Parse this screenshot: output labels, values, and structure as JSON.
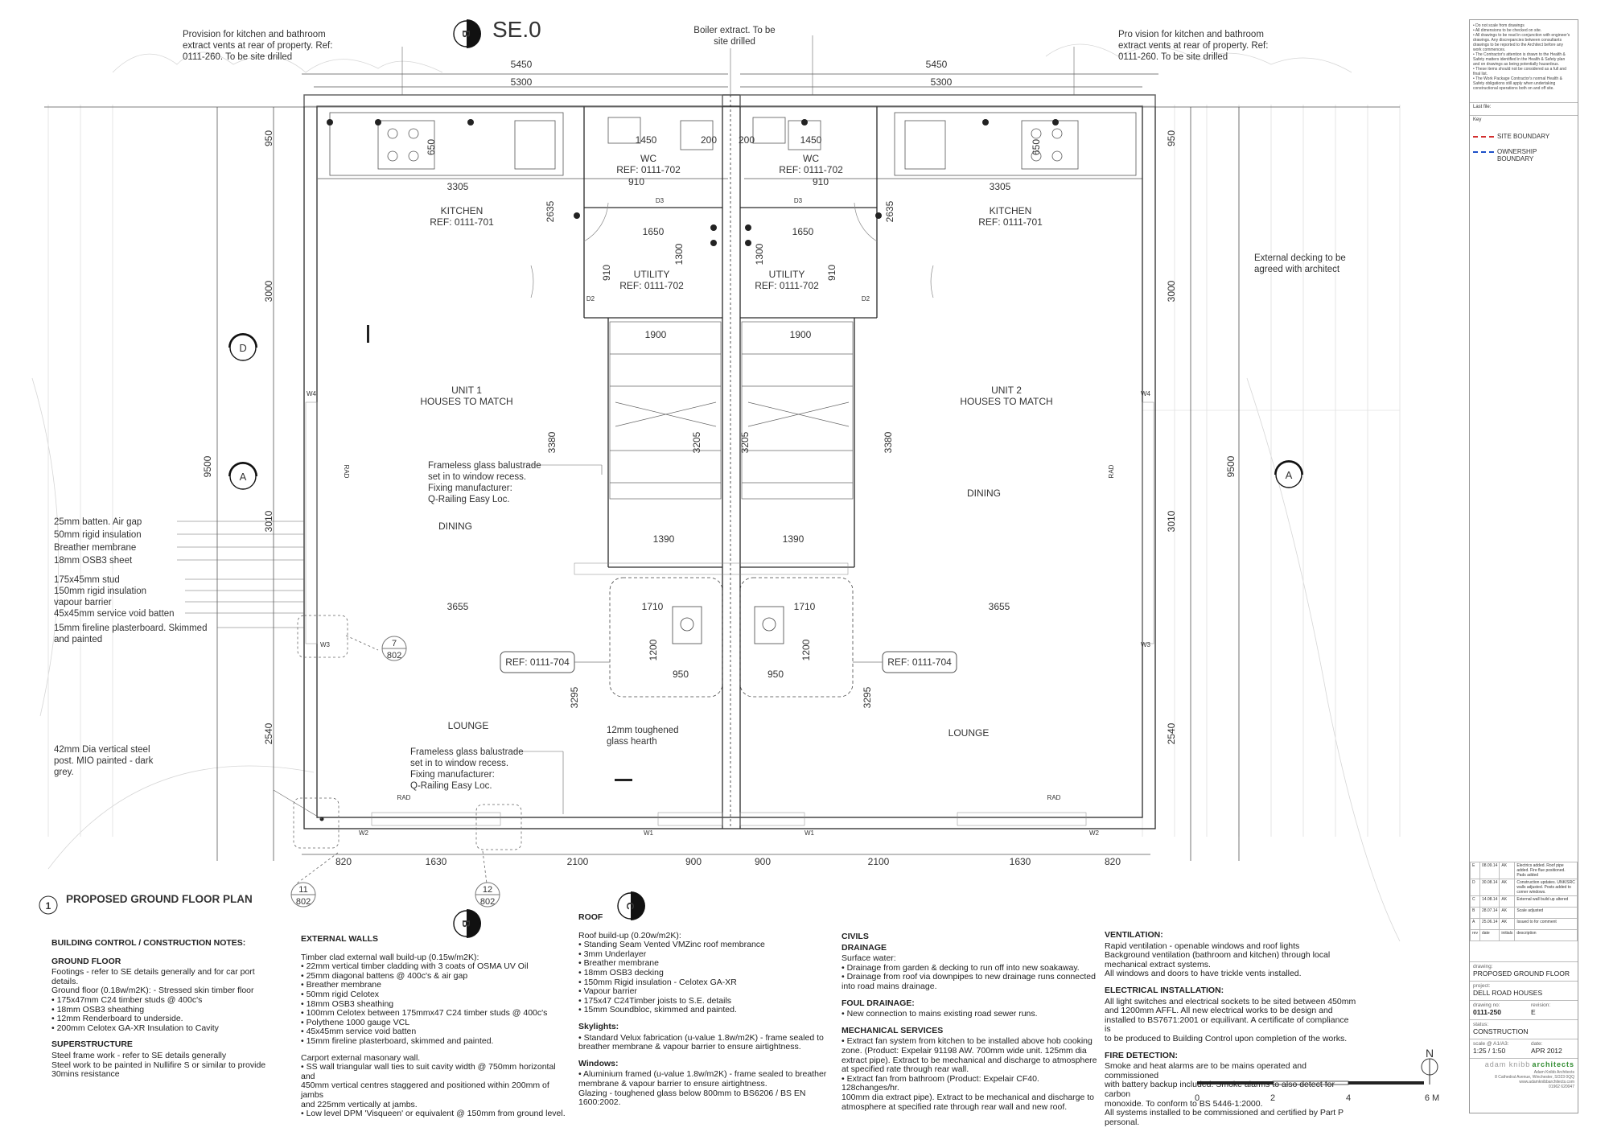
{
  "drawing_title": "PROPOSED GROUND FLOOR PLAN",
  "drawing_number_marker": "1",
  "section_markers": [
    {
      "letter": "B"
    },
    {
      "letter": "B"
    },
    {
      "letter": "C"
    },
    {
      "letter": "D"
    },
    {
      "letter": "A"
    },
    {
      "letter": "A"
    }
  ],
  "detail_tags": [
    {
      "num": "7",
      "ref": "802"
    },
    {
      "num": "11",
      "ref": "802"
    },
    {
      "num": "12",
      "ref": "802"
    }
  ],
  "ref_boxes": [
    "REF: 0111-704",
    "REF: 0111-704"
  ],
  "rooms": [
    {
      "name": "KITCHEN",
      "ref": "REF: 0111-701"
    },
    {
      "name": "KITCHEN",
      "ref": "REF: 0111-701"
    },
    {
      "name": "WC",
      "ref": "REF: 0111-702"
    },
    {
      "name": "WC",
      "ref": "REF: 0111-702"
    },
    {
      "name": "UTILITY",
      "ref": "REF: 0111-702"
    },
    {
      "name": "UTILITY",
      "ref": "REF: 0111-702"
    },
    {
      "name": "UNIT 1",
      "ref": "HOUSES TO MATCH"
    },
    {
      "name": "UNIT 2",
      "ref": "HOUSES TO MATCH"
    },
    {
      "name": "DINING",
      "ref": ""
    },
    {
      "name": "DINING",
      "ref": ""
    },
    {
      "name": "LOUNGE",
      "ref": ""
    },
    {
      "name": "LOUNGE",
      "ref": ""
    }
  ],
  "dimensions": [
    "5450",
    "5300",
    "5450",
    "5300",
    "950",
    "650",
    "1450",
    "200",
    "200",
    "1450",
    "650",
    "950",
    "910",
    "910",
    "3305",
    "3305",
    "2635",
    "2635",
    "1650",
    "1650",
    "1300",
    "1300",
    "910",
    "910",
    "3000",
    "3000",
    "1900",
    "1900",
    "3380",
    "3205",
    "3205",
    "3380",
    "9500",
    "9500",
    "3010",
    "3010",
    "1390",
    "1390",
    "3655",
    "1710",
    "1710",
    "3655",
    "1200",
    "1200",
    "950",
    "950",
    "3295",
    "3295",
    "2540",
    "2540",
    "820",
    "1630",
    "2100",
    "900",
    "900",
    "2100",
    "1630",
    "820"
  ],
  "small_labels": [
    "D3",
    "D3",
    "D2",
    "D2",
    "W4",
    "W4",
    "W3",
    "W3",
    "W2",
    "W1",
    "W1",
    "W2",
    "RAD",
    "RAD",
    "RAD",
    "RAD"
  ],
  "annotations": {
    "provision_left": [
      "Provision for kitchen and bathroom",
      "extract vents at rear of property. Ref:",
      "0111-260.  To be site drilled"
    ],
    "provision_right": [
      "Pro vision for kitchen and bathroom",
      "extract vents at rear of property. Ref:",
      "0111-260.  To be site drilled"
    ],
    "boiler": [
      "Boiler extract.  To be",
      "site drilled"
    ],
    "decking": [
      "External decking to be",
      "agreed with architect"
    ],
    "balustrade_1": [
      "Frameless glass balustrade",
      "set in to window recess.",
      "Fixing manufacturer:",
      "Q-Railing Easy Loc."
    ],
    "balustrade_2": [
      "Frameless glass balustrade",
      "set in to window recess.",
      "Fixing manufacturer:",
      "Q-Railing Easy Loc."
    ],
    "hearth": [
      "12mm toughened",
      "glass hearth"
    ],
    "wall_layers": [
      "25mm batten. Air gap",
      "50mm rigid insulation",
      "Breather membrane",
      "18mm OSB3 sheet",
      "175x45mm stud",
      "150mm rigid insulation",
      "vapour barrier",
      "45x45mm service void batten",
      "15mm fireline plasterboard. Skimmed",
      "and painted"
    ],
    "post": [
      "42mm Dia vertical steel",
      "post. MIO painted - dark",
      "grey."
    ],
    "partial_heading": "SE.0"
  },
  "notes": {
    "building_control": {
      "heading": "BUILDING CONTROL / CONSTRUCTION NOTES:",
      "ground_floor_title": "GROUND FLOOR",
      "ground_floor_lines": [
        "Footings - refer to SE details generally and for car port details.",
        "Ground floor (0.18w/m2K): - Stressed skin timber floor",
        "• 175x47mm C24 timber studs @  400c's",
        "• 18mm OSB3 sheathing",
        "• 12mm Renderboard to underside.",
        "• 200mm Celotex GA-XR Insulation to Cavity"
      ],
      "superstructure_title": "SUPERSTRUCTURE",
      "superstructure_lines": [
        "Steel frame work - refer to SE details generally",
        "Steel work to be painted in Nullifire S or similar to provide",
        "30mins resistance"
      ]
    },
    "external_walls": {
      "title": "EXTERNAL WALLS",
      "lines": [
        "Timber clad external wall build-up (0.15w/m2K):",
        "• 22mm vertical timber cladding with 3 coats of OSMA UV Oil",
        "• 25mm diagonal battens @  400c's & air gap",
        "• Breather membrane",
        "• 50mm rigid Celotex",
        "• 18mm OSB3 sheathing",
        "• 100mm Celotex between 175mmx47 C24 timber studs @  400c's",
        "• Polythene 1000 gauge VCL",
        "• 45x45mm service void batten",
        "• 15mm fireline plasterboard, skimmed and painted."
      ],
      "carport_title": "Carport external masonary wall.",
      "carport_lines": [
        "• SS wall triangular wall ties to suit cavity width @ 750mm horizontal and",
        "450mm vertical centres staggered and positioned within 200mm of jambs",
        "and 225mm vertically at jambs.",
        "• Low level DPM 'Visqueen' or equivalent @ 150mm from ground level."
      ]
    },
    "roof": {
      "title": "ROOF",
      "lines": [
        "Roof build-up (0.20w/m2K):",
        "• Standing Seam Vented VMZinc roof membrance",
        "• 3mm Underlayer",
        "• Breather membrane",
        "• 18mm OSB3 decking",
        "• 150mm Rigid insulation - Celotex GA-XR",
        "• Vapour barrier",
        "• 175x47 C24Timber joists to S.E. details",
        "• 15mm Soundbloc, skimmed and painted."
      ],
      "skylights_title": "Skylights:",
      "skylights_lines": [
        "• Standard Velux fabrication (u-value 1.8w/m2K) - frame sealed to",
        "breather membrane & vapour barrier to ensure airtightness."
      ],
      "windows_title": "Windows:",
      "windows_lines": [
        "• Aluminium framed (u-value 1.8w/m2K) - frame sealed to breather",
        "membrane & vapour barrier to ensure airtightness.",
        "Glazing - toughened glass below 800mm to BS6206 / BS EN",
        "1600:2002."
      ]
    },
    "civils": {
      "title": "CIVILS",
      "drainage_title": "DRAINAGE",
      "drainage_lines": [
        "Surface water:",
        "• Drainage from garden & decking to run off into new soakaway.",
        "• Drainage from roof via downpipes to new drainage runs connected",
        "into road mains drainage."
      ],
      "foul_title": "FOUL DRAINAGE:",
      "foul_lines": [
        "• New connection to mains existing road sewer runs."
      ],
      "mech_title": "MECHANICAL SERVICES",
      "mech_lines": [
        "• Extract fan system from kitchen to be installed above hob cooking",
        "zone. (Product: Expelair 91198 AW. 700mm wide unit. 125mm dia",
        "extract pipe). Extract to be mechanical and discharge to atmosphere",
        "at specified rate through rear wall.",
        "• Extract fan from bathroom (Product: Expelair CF40. 128changes/hr.",
        "100mm dia extract pipe). Extract to be mechanical and discharge to",
        "atmosphere at specified rate through rear wall and new roof."
      ]
    },
    "ventilation": {
      "title": "VENTILATION:",
      "lines": [
        "Rapid ventilation - openable windows and roof lights",
        "Background ventilation (bathroom and kitchen) through local",
        "mechanical extract systems.",
        "All windows and doors to have trickle vents installed."
      ],
      "electrical_title": "ELECTRICAL INSTALLATION:",
      "electrical_lines": [
        "All light switches and electrical sockets to be sited between 450mm",
        "and 1200mm AFFL. All new electrical works to be design and",
        "installed to BS7671:2001 or equilivant. A certificate of compliance is",
        "to be produced to Building Control upon completion of the works."
      ],
      "fire_title": "FIRE DETECTION:",
      "fire_lines": [
        "Smoke and heat alarms are to be mains operated and commissioned",
        "with battery backup included. Smoke alarms to also detect for carbon",
        "monoxide. To conform to BS 5446-1:2000.",
        "All systems installed to be commissioned and certified by Part P",
        "personal."
      ]
    }
  },
  "scale_bar": {
    "labels": [
      "0",
      "2",
      "4",
      "6 M"
    ],
    "north": "N"
  },
  "title_block": {
    "general_notes": [
      "• Do not scale from drawings",
      "• All dimensions to be checked on site.",
      "• All drawings to be read in conjunction with engineer's",
      "drawings. Any discrepancies between consultants",
      "drawings to be reported to the Architect before any",
      "work commences.",
      "• The Contractor's attention is drawn to the Health &",
      "Safety matters identified in the Health & Safety plan",
      "and on drawings as being potentially hazardous.",
      "• These items should not be considered as a full and",
      "final list.",
      "• The Work Package Contractor's normal Health &",
      "Safety obligations still apply when undertaking",
      "constructional operations both on and off site."
    ],
    "last_file": "Last file:",
    "key": "Key",
    "legend": [
      {
        "label": "SITE BOUNDARY",
        "color": "#d32f2f"
      },
      {
        "label": "OWNERSHIP BOUNDARY",
        "color": "#1e50c8"
      }
    ],
    "revisions": [
      {
        "rev": "E",
        "date": "08.09.14",
        "init": "AK",
        "desc": "Electrics added. Roof pipe added. Fire flue positioned. Pads added"
      },
      {
        "rev": "D",
        "date": "30.08.14",
        "init": "AK",
        "desc": "Construction updates. UNK/SRC walls adjusted. Posts added to corner windows."
      },
      {
        "rev": "C",
        "date": "14.08.14",
        "init": "AK",
        "desc": "External wall build up altered"
      },
      {
        "rev": "B",
        "date": "28.07.14",
        "init": "AK",
        "desc": "Scale adjusted"
      },
      {
        "rev": "A",
        "date": "25.06.14",
        "init": "AK",
        "desc": "Issued to for comment"
      }
    ],
    "rev_header": [
      "rev",
      "date",
      "initials",
      "description"
    ],
    "drawing_label": "drawing:",
    "drawing": "PROPOSED GROUND FLOOR",
    "project_label": "project:",
    "project": "DELL ROAD HOUSES",
    "drawing_no_label": "drawing no:",
    "drawing_no": "0111-250",
    "revision_label": "revision:",
    "revision": "E",
    "status_label": "status:",
    "status": "CONSTRUCTION",
    "scale_label": "scale @ A1/A3:",
    "scale": "1:25 / 1:50",
    "date_label": "date:",
    "date": "APR 2012",
    "firm_part1": "adam knibb",
    "firm_part2": "architects",
    "firm_address": [
      "Adam Knibb Architects",
      "8 Cathedral Avenue, Winchester, SO23 0QQ",
      "www.adamknibbarchitects.com",
      "01962 620047"
    ]
  },
  "colors": {
    "line": "#2a2a2a",
    "light": "#9a9a9a",
    "faint": "#c8c8c8",
    "site": "#d32f2f",
    "owner": "#1e50c8",
    "firm_green": "#2e8b2e"
  }
}
